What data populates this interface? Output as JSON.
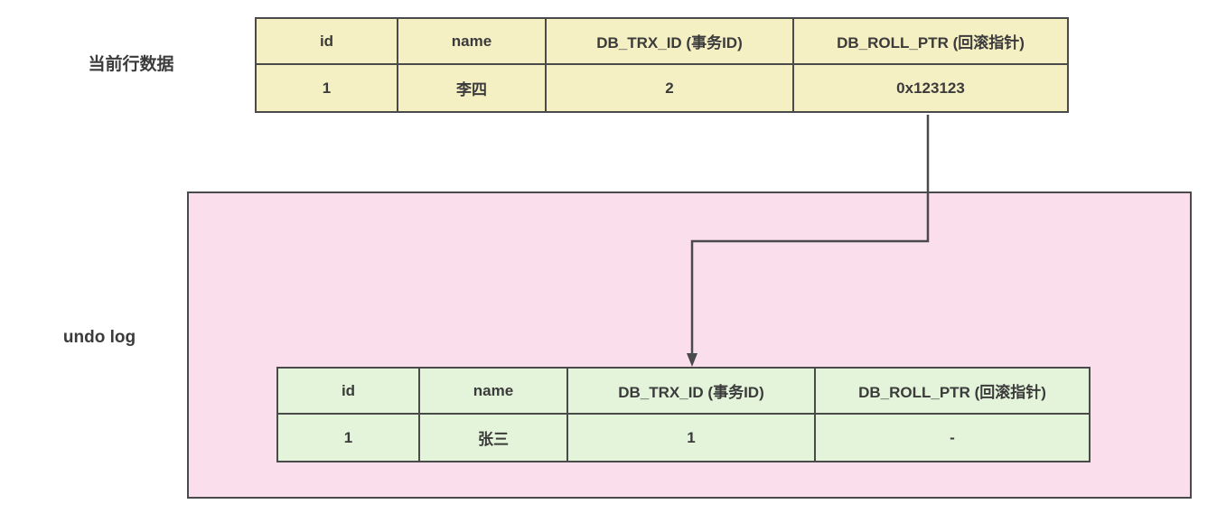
{
  "labels": {
    "current_row": "当前行数据",
    "undo_log": "undo log"
  },
  "current_table": {
    "headers": [
      "id",
      "name",
      "DB_TRX_ID (事务ID)",
      "DB_ROLL_PTR (回滚指针)"
    ],
    "row": [
      "1",
      "李四",
      "2",
      "0x123123"
    ]
  },
  "undo_table": {
    "headers": [
      "id",
      "name",
      "DB_TRX_ID (事务ID)",
      "DB_ROLL_PTR (回滚指针)"
    ],
    "row": [
      "1",
      "张三",
      "1",
      "-"
    ]
  },
  "arrow": {
    "description": "rollback pointer 0x123123 points to undo log row version"
  },
  "colors": {
    "current_table_fill": "#f5efc4",
    "undo_table_fill": "#e3f4da",
    "undo_box_fill": "#fadeec",
    "line": "#4a4a4a",
    "text": "#3b3b3b"
  }
}
